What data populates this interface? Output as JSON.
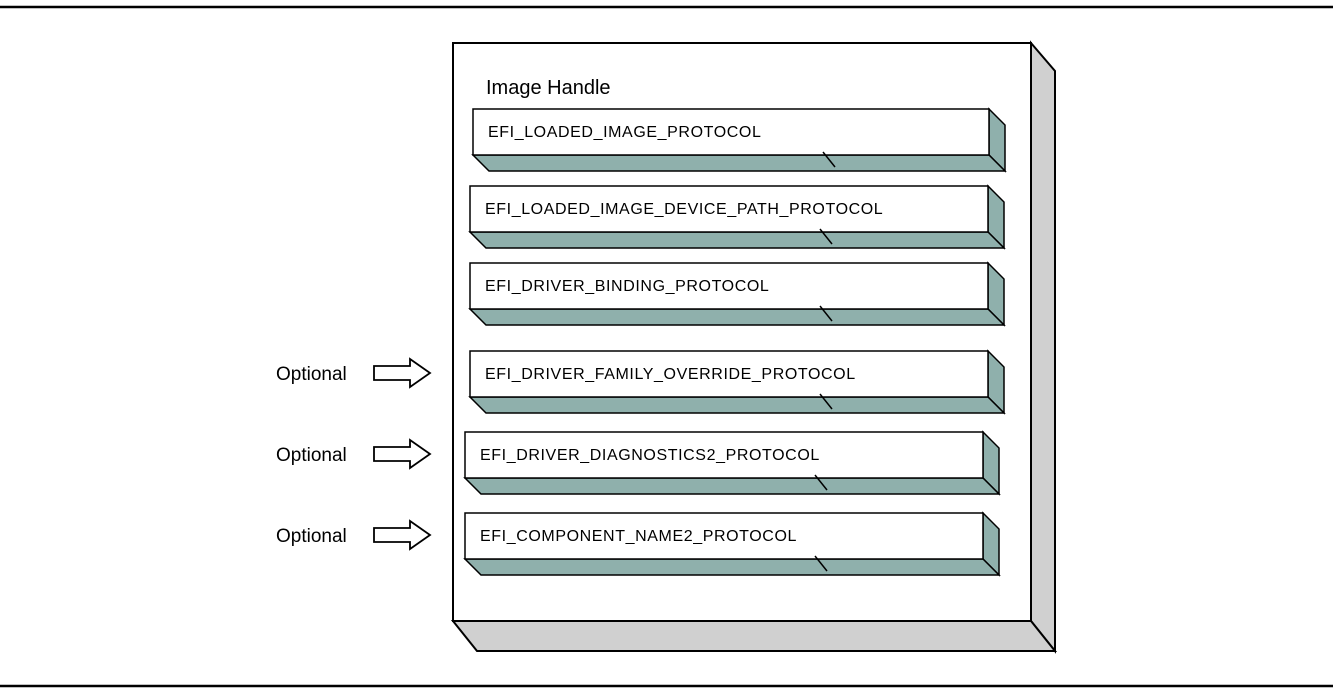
{
  "handle": {
    "title": "Image Handle"
  },
  "protocols": [
    {
      "name": "EFI_LOADED_IMAGE_PROTOCOL",
      "optional": false
    },
    {
      "name": "EFI_LOADED_IMAGE_DEVICE_PATH_PROTOCOL",
      "optional": false
    },
    {
      "name": "EFI_DRIVER_BINDING_PROTOCOL",
      "optional": false
    },
    {
      "name": "EFI_DRIVER_FAMILY_OVERRIDE_PROTOCOL",
      "optional": true
    },
    {
      "name": "EFI_DRIVER_DIAGNOSTICS2_PROTOCOL",
      "optional": true
    },
    {
      "name": "EFI_COMPONENT_NAME2_PROTOCOL",
      "optional": true
    }
  ],
  "optional_label": "Optional",
  "colors": {
    "box_shadow_fill": "#d0d0d0",
    "protocol_shadow_fill": "#8fb0ac",
    "stroke": "#000000"
  }
}
